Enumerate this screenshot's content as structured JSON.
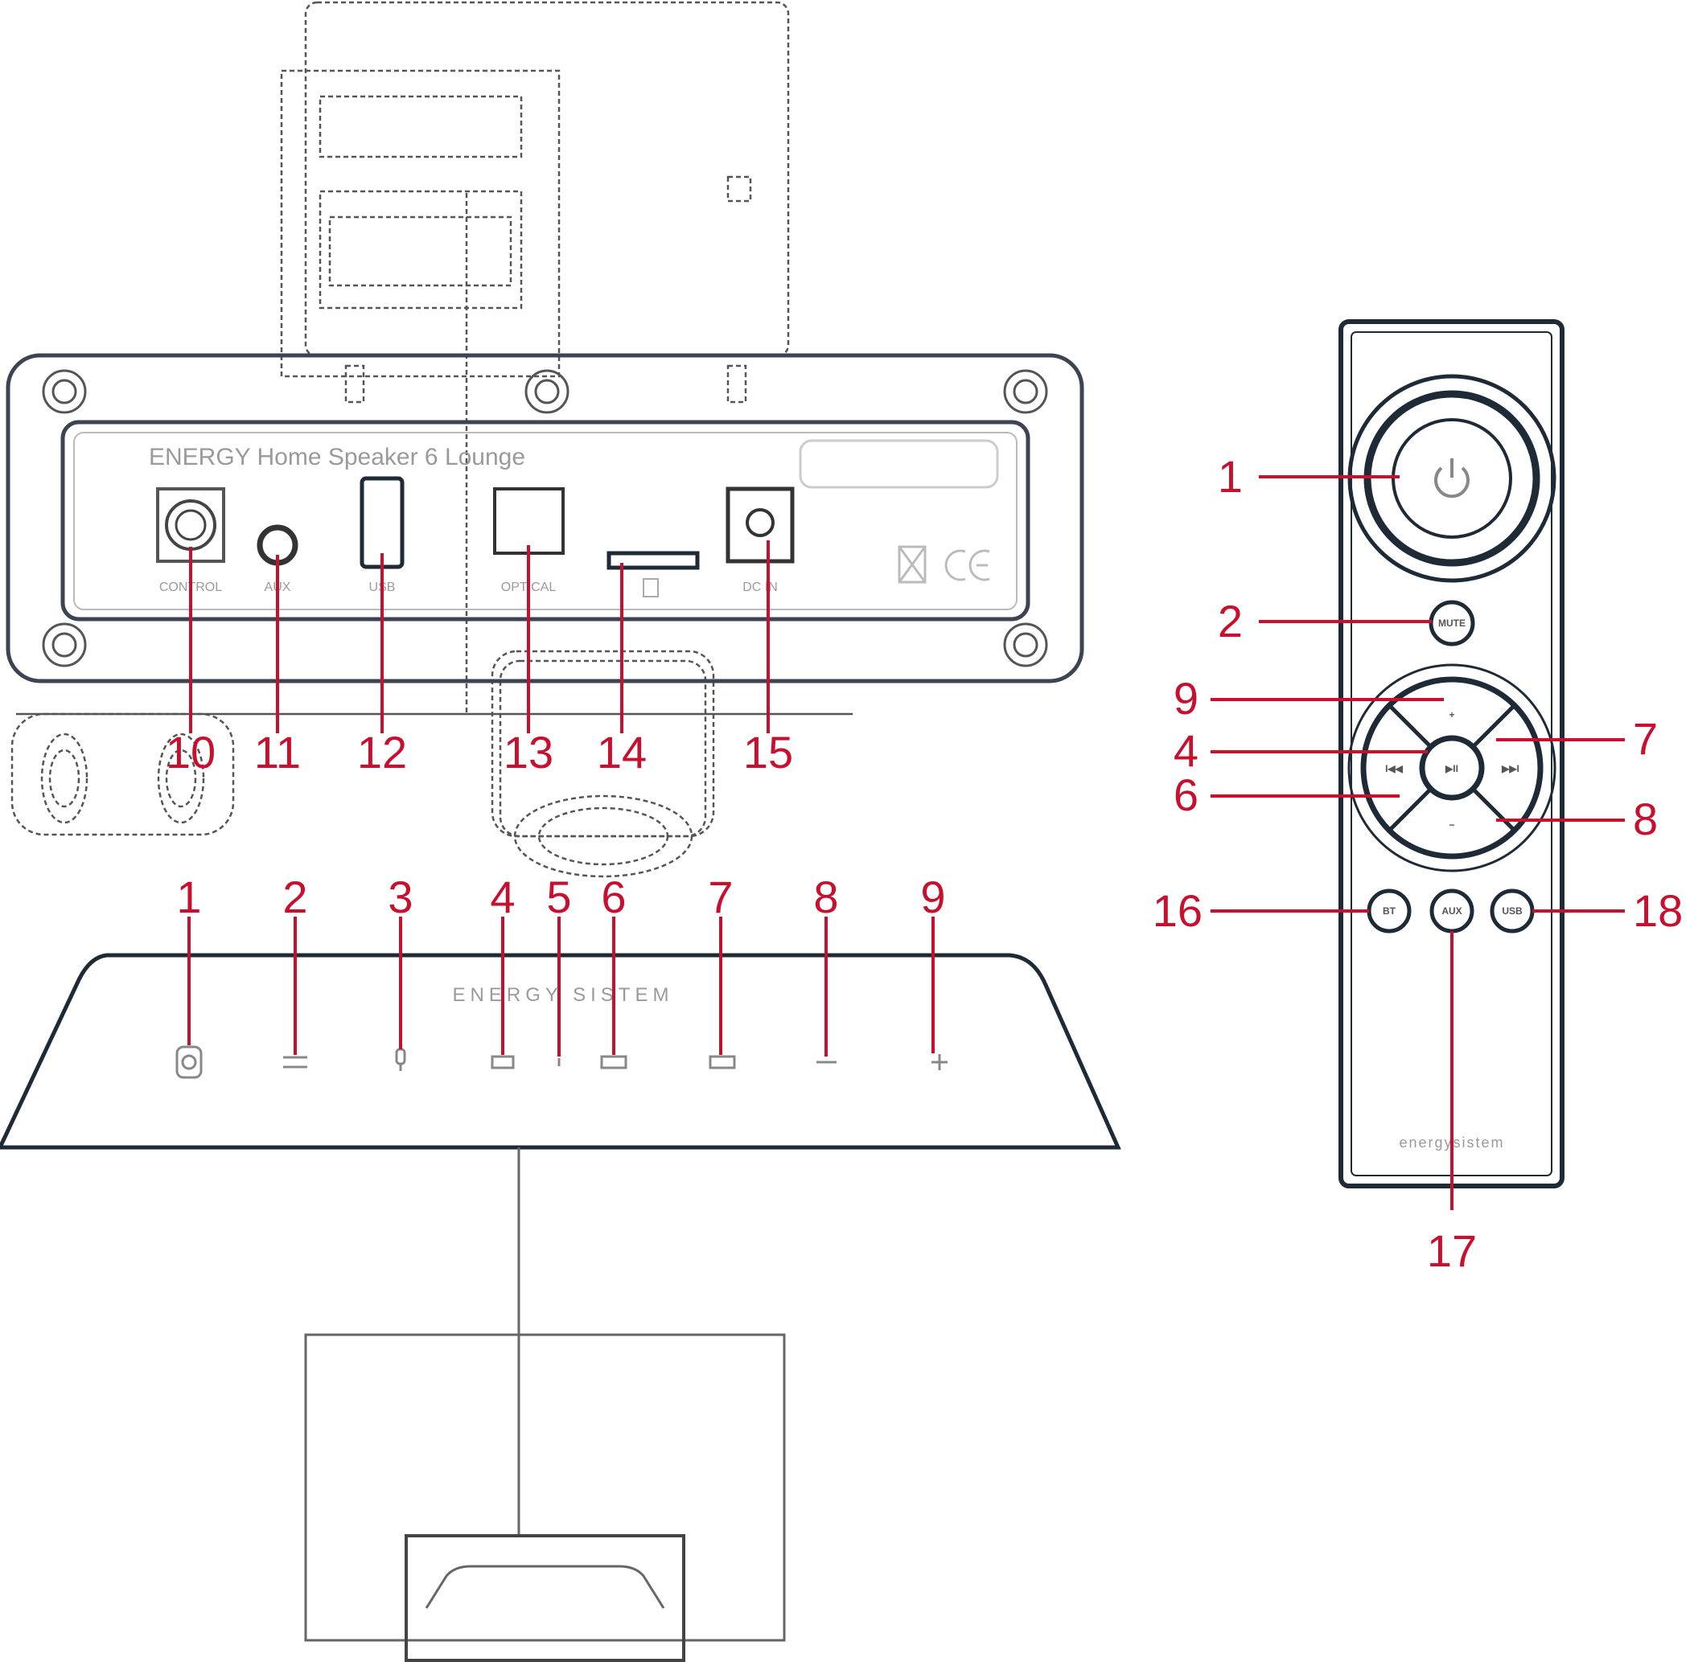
{
  "rear_panel": {
    "model_text": "ENERGY Home Speaker 6 Lounge",
    "port_labels": {
      "control": "CONTROL",
      "aux": "AUX",
      "usb": "USB",
      "optical": "OPTICAL",
      "dc_in": "DC IN"
    },
    "callouts": [
      "10",
      "11",
      "12",
      "13",
      "14",
      "15"
    ]
  },
  "top_panel": {
    "brand_text": "ENERGY SISTEM",
    "callouts": [
      "1",
      "2",
      "3",
      "4",
      "5",
      "6",
      "7",
      "8",
      "9"
    ]
  },
  "remote": {
    "button_labels": {
      "mute": "MUTE",
      "play": "▶II",
      "prev": "I◀◀",
      "next": "▶▶I",
      "vol_up": "+",
      "vol_down": "−",
      "left_func": "BT",
      "mid_func": "AUX",
      "right_func": "USB"
    },
    "brand_text": "energysistem",
    "callouts_left": [
      "1",
      "2",
      "9",
      "4",
      "6",
      "16"
    ],
    "callouts_right": [
      "7",
      "8",
      "18"
    ],
    "callout_bottom": "17"
  },
  "colors": {
    "callout": "#c8102e",
    "device_line": "#3b4450",
    "device_text": "#9a9a9a"
  }
}
